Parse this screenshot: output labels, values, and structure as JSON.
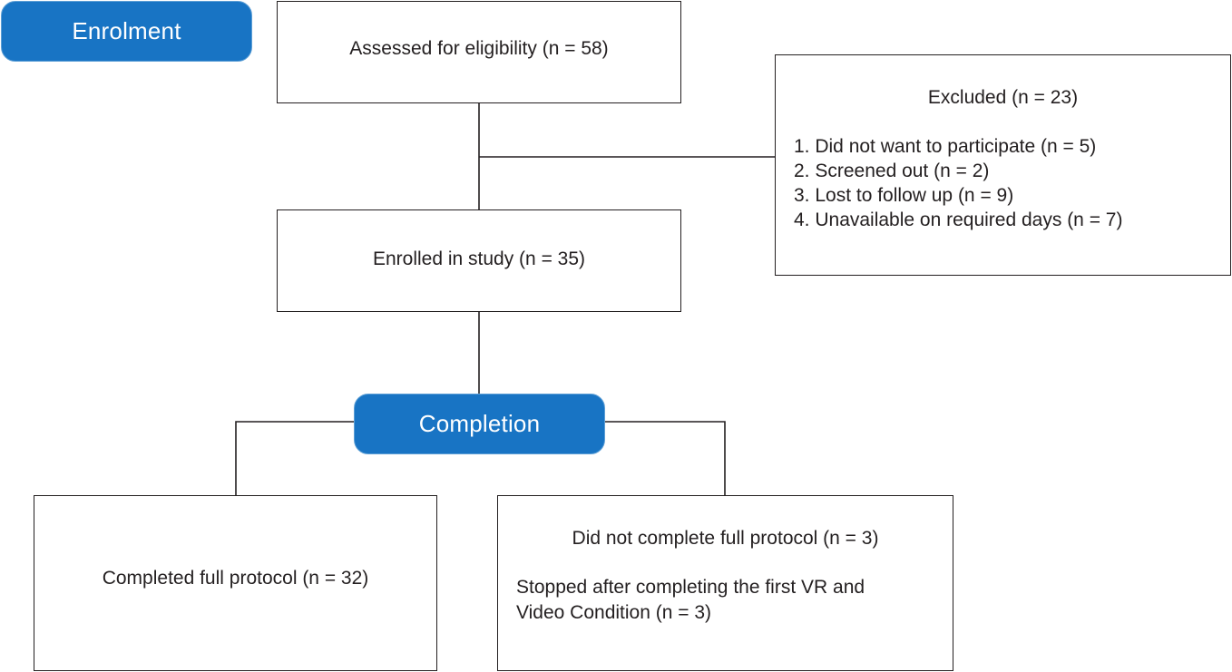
{
  "labels": {
    "enrolment": "Enrolment",
    "completion": "Completion"
  },
  "boxes": {
    "assessed": "Assessed for eligibility (n = 58)",
    "enrolled": "Enrolled in study (n = 35)",
    "completed": "Completed full protocol (n = 32)"
  },
  "excluded": {
    "title": "Excluded (n = 23)",
    "reasons": [
      "1. Did not want to participate (n = 5)",
      "2. Screened out (n = 2)",
      "3. Lost to follow up (n = 9)",
      "4. Unavailable on required days (n = 7)"
    ]
  },
  "not_completed": {
    "title": "Did not complete full protocol (n = 3)",
    "detail_line1": "Stopped after completing  the first VR and",
    "detail_line2": "Video Condition (n = 3)"
  },
  "colors": {
    "label_fill": "#1874c4",
    "label_text": "#ffffff",
    "line": "#231f20"
  }
}
